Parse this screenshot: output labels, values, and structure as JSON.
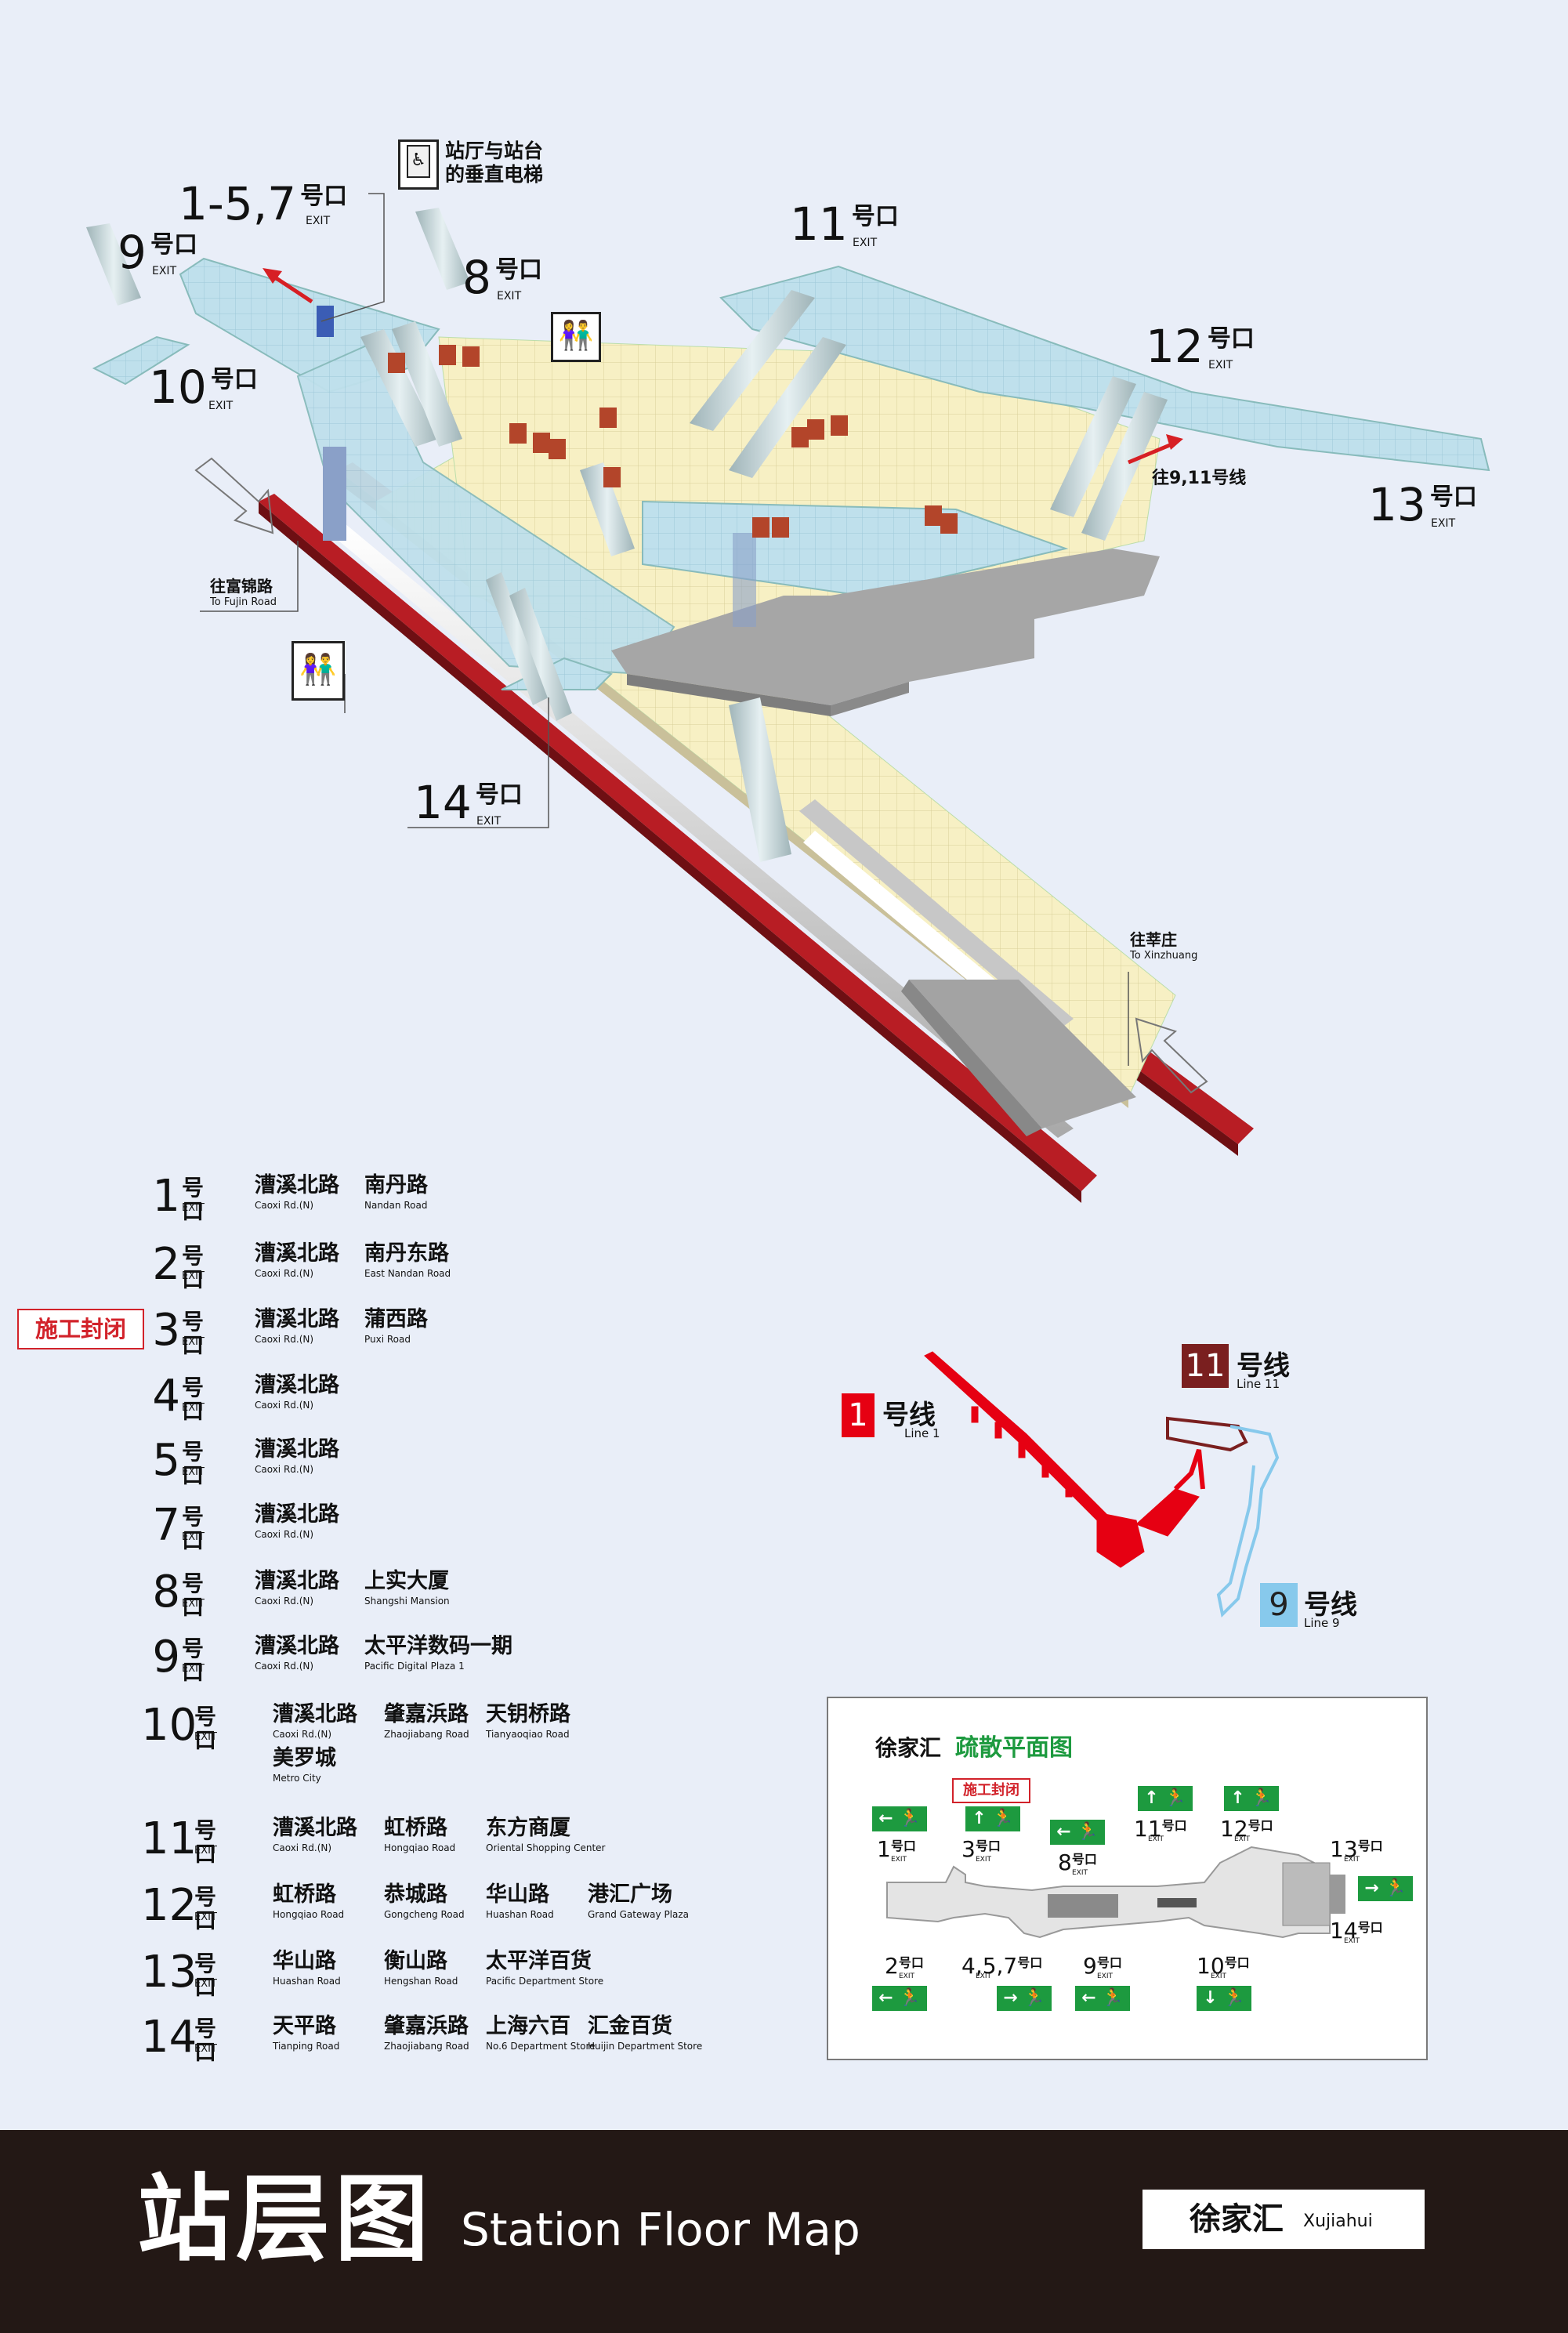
{
  "title": {
    "cn": "站层图",
    "en": "Station Floor Map"
  },
  "station": {
    "cn": "徐家汇",
    "en": "Xujiahui"
  },
  "floor_map": {
    "elevator_label_line1": "站厅与站台",
    "elevator_label_line2": "的垂直电梯",
    "exits": [
      {
        "num": "1-5,7",
        "hao": "号口",
        "en": "EXIT"
      },
      {
        "num": "9",
        "hao": "号口",
        "en": "EXIT"
      },
      {
        "num": "8",
        "hao": "号口",
        "en": "EXIT"
      },
      {
        "num": "10",
        "hao": "号口",
        "en": "EXIT"
      },
      {
        "num": "11",
        "hao": "号口",
        "en": "EXIT"
      },
      {
        "num": "12",
        "hao": "号口",
        "en": "EXIT"
      },
      {
        "num": "13",
        "hao": "号口",
        "en": "EXIT"
      },
      {
        "num": "14",
        "hao": "号口",
        "en": "EXIT"
      }
    ],
    "to_fujin_cn": "往富锦路",
    "to_fujin_en": "To Fujin Road",
    "to_xinzhuang_cn": "往莘庄",
    "to_xinzhuang_en": "To Xinzhuang",
    "to_lines_9_11": "往9,11号线"
  },
  "exit_directory": {
    "closed_tag": "施工封闭",
    "hao": "号口",
    "exit_en": "EXIT",
    "rows": [
      {
        "num": "1",
        "streets": [
          {
            "cn": "漕溪北路",
            "en": "Caoxi Rd.(N)"
          },
          {
            "cn": "南丹路",
            "en": "Nandan Road"
          }
        ]
      },
      {
        "num": "2",
        "streets": [
          {
            "cn": "漕溪北路",
            "en": "Caoxi Rd.(N)"
          },
          {
            "cn": "南丹东路",
            "en": "East Nandan Road"
          }
        ]
      },
      {
        "num": "3",
        "streets": [
          {
            "cn": "漕溪北路",
            "en": "Caoxi Rd.(N)"
          },
          {
            "cn": "蒲西路",
            "en": "Puxi Road"
          }
        ]
      },
      {
        "num": "4",
        "streets": [
          {
            "cn": "漕溪北路",
            "en": "Caoxi Rd.(N)"
          }
        ]
      },
      {
        "num": "5",
        "streets": [
          {
            "cn": "漕溪北路",
            "en": "Caoxi Rd.(N)"
          }
        ]
      },
      {
        "num": "7",
        "streets": [
          {
            "cn": "漕溪北路",
            "en": "Caoxi Rd.(N)"
          }
        ]
      },
      {
        "num": "8",
        "streets": [
          {
            "cn": "漕溪北路",
            "en": "Caoxi Rd.(N)"
          },
          {
            "cn": "上实大厦",
            "en": "Shangshi Mansion"
          }
        ]
      },
      {
        "num": "9",
        "streets": [
          {
            "cn": "漕溪北路",
            "en": "Caoxi Rd.(N)"
          },
          {
            "cn": "太平洋数码一期",
            "en": "Pacific Digital Plaza 1"
          }
        ]
      },
      {
        "num": "10",
        "streets": [
          {
            "cn": "漕溪北路",
            "en": "Caoxi Rd.(N)"
          },
          {
            "cn": "肇嘉浜路",
            "en": "Zhaojiabang Road"
          },
          {
            "cn": "天钥桥路",
            "en": "Tianyaoqiao Road"
          },
          {
            "cn": "美罗城",
            "en": "Metro City"
          }
        ]
      },
      {
        "num": "11",
        "streets": [
          {
            "cn": "漕溪北路",
            "en": "Caoxi Rd.(N)"
          },
          {
            "cn": "虹桥路",
            "en": "Hongqiao Road"
          },
          {
            "cn": "东方商厦",
            "en": "Oriental Shopping Center"
          }
        ]
      },
      {
        "num": "12",
        "streets": [
          {
            "cn": "虹桥路",
            "en": "Hongqiao Road"
          },
          {
            "cn": "恭城路",
            "en": "Gongcheng Road"
          },
          {
            "cn": "华山路",
            "en": "Huashan Road"
          },
          {
            "cn": "港汇广场",
            "en": "Grand Gateway Plaza"
          }
        ]
      },
      {
        "num": "13",
        "streets": [
          {
            "cn": "华山路",
            "en": "Huashan Road"
          },
          {
            "cn": "衡山路",
            "en": "Hengshan Road"
          },
          {
            "cn": "太平洋百货",
            "en": "Pacific Department Store"
          }
        ]
      },
      {
        "num": "14",
        "streets": [
          {
            "cn": "天平路",
            "en": "Tianping Road"
          },
          {
            "cn": "肇嘉浜路",
            "en": "Zhaojiabang Road"
          },
          {
            "cn": "上海六百",
            "en": "No.6 Department Store"
          },
          {
            "cn": "汇金百货",
            "en": "Huijin Department Store"
          }
        ]
      }
    ]
  },
  "line_diagram": {
    "line1": {
      "num": "1",
      "cn": "号线",
      "en": "Line 1",
      "color": "#e60012"
    },
    "line11": {
      "num": "11",
      "cn": "号线",
      "en": "Line 11",
      "color": "#7a1f1f"
    },
    "line9": {
      "num": "9",
      "cn": "号线",
      "en": "Line 9",
      "color": "#87c9ec"
    }
  },
  "evacuation": {
    "station": "徐家汇",
    "title": "疏散平面图",
    "closed_tag": "施工封闭",
    "hao": "号口",
    "exit_en": "EXIT",
    "exits_top": [
      "1",
      "3",
      "8",
      "11",
      "12",
      "13"
    ],
    "exits_bottom": [
      "2",
      "4,5,7",
      "9",
      "10",
      "14"
    ]
  },
  "colors": {
    "platform_yellow": "#f7f0c4",
    "concourse_blue": "#bfe0ec",
    "track_red": "#b81d24",
    "exit_green": "#1d9a3f",
    "footer": "#231815",
    "background": "#e9eef8"
  }
}
